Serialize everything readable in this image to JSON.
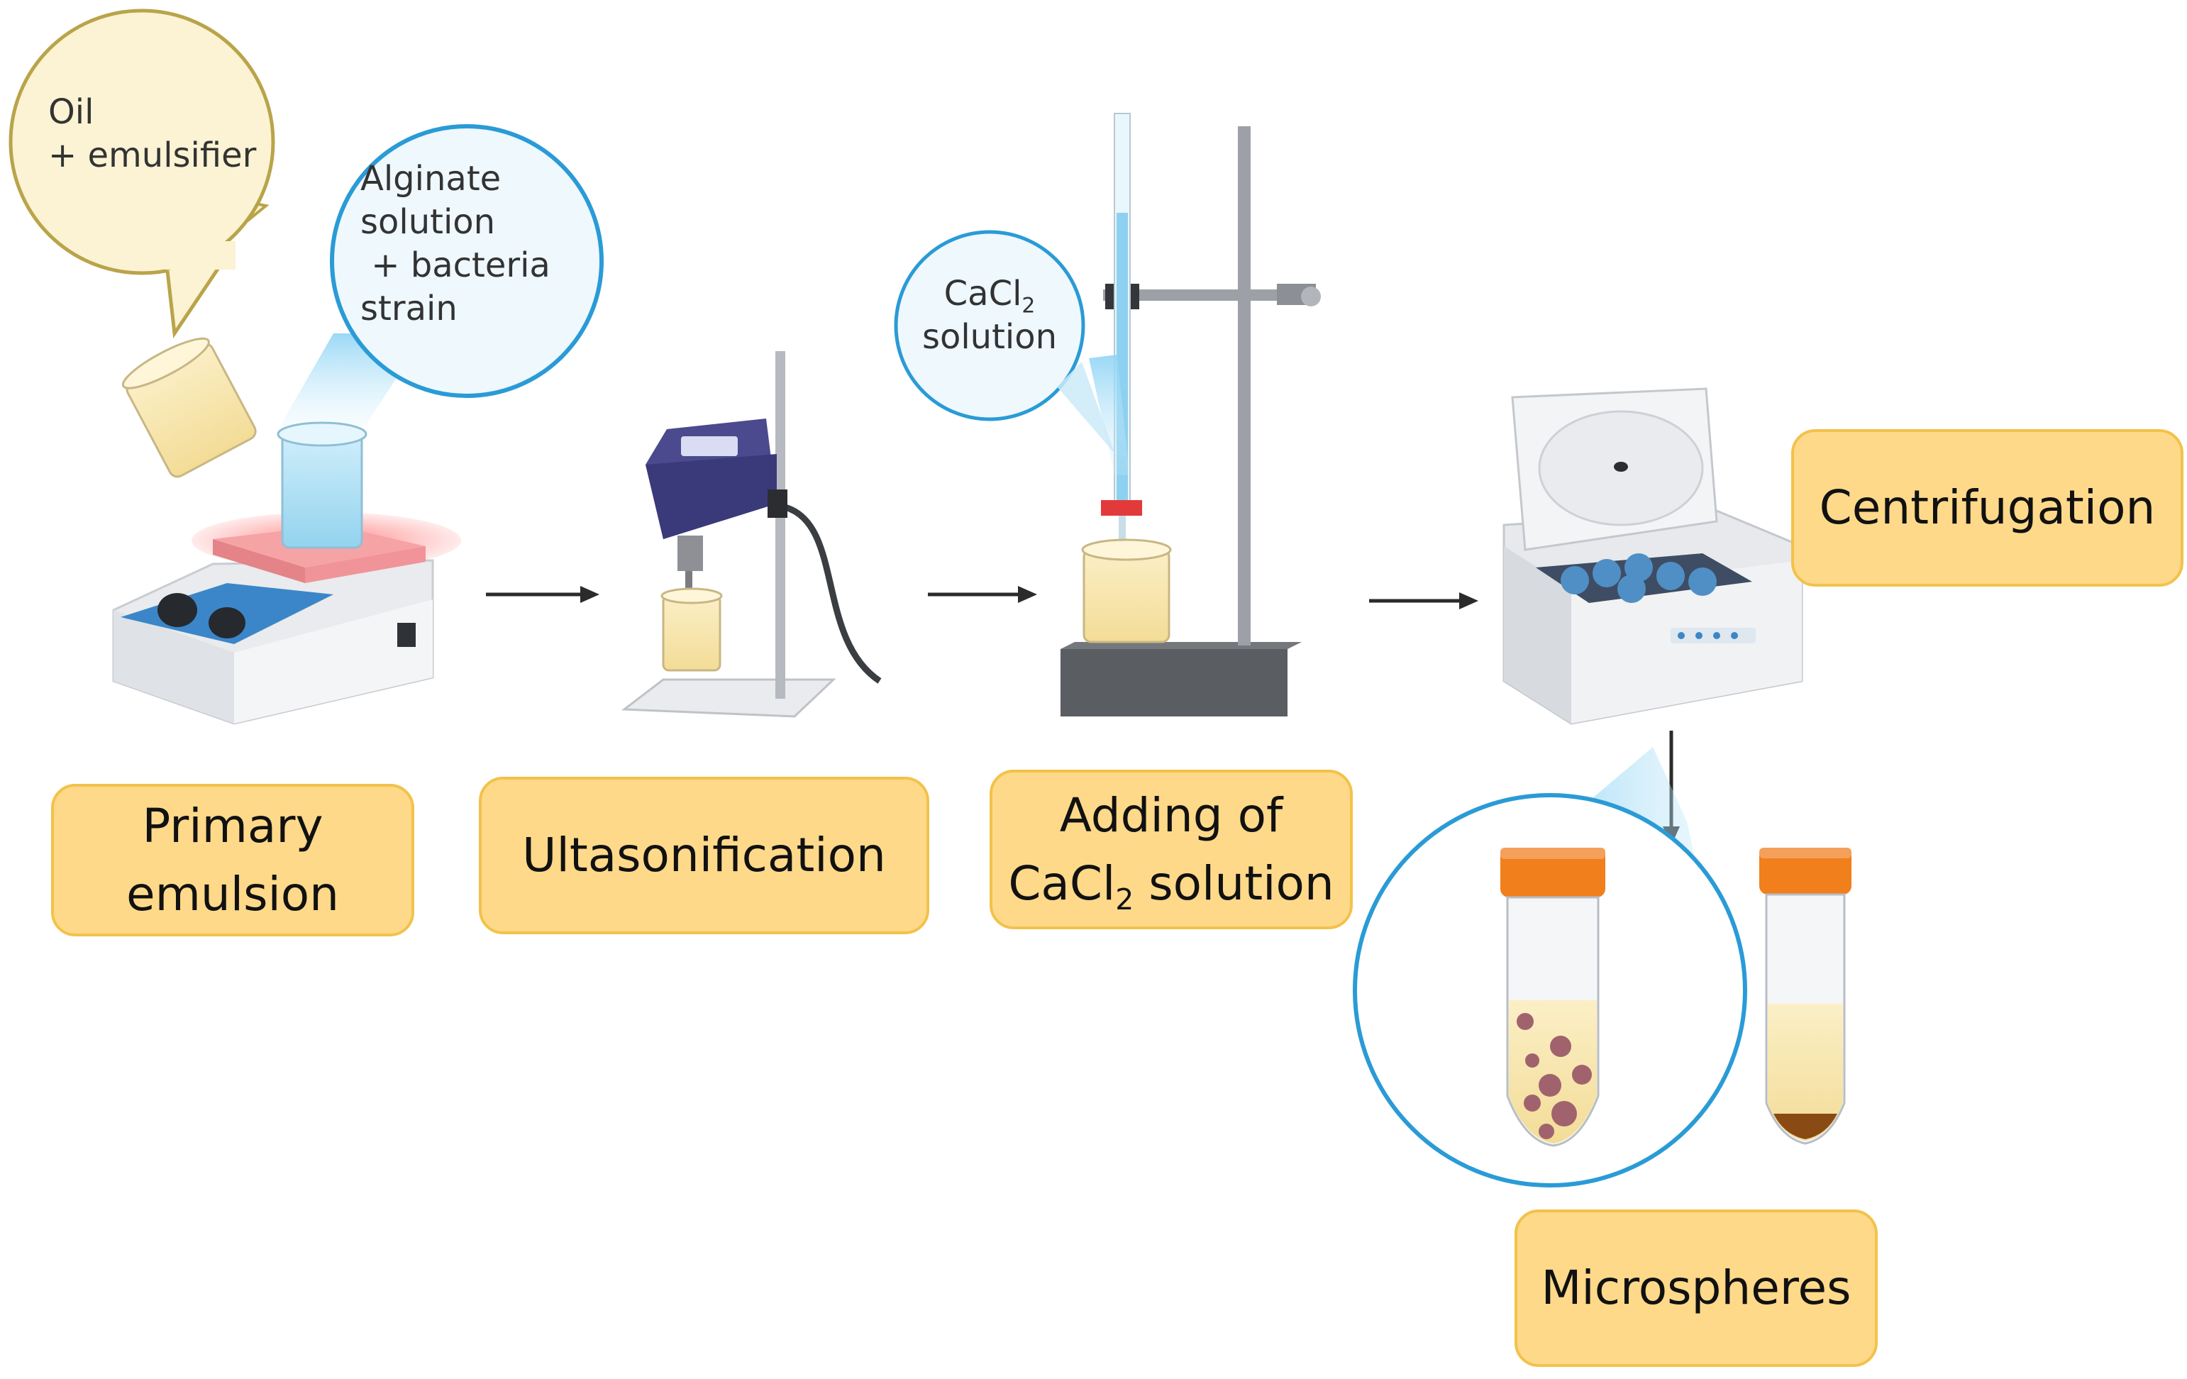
{
  "bubbles": {
    "oil": [
      "Oil",
      "+ emulsifier"
    ],
    "alginate": [
      "Alginate",
      "solution",
      " + bacteria",
      "strain"
    ],
    "cacl2": {
      "line1_main": "CaCl",
      "line1_sub": "2",
      "line2": "solution"
    }
  },
  "steps": {
    "primary": [
      "Primary",
      "emulsion"
    ],
    "ultasonification": "Ultasonification",
    "adding": {
      "line1": "Adding of",
      "line2_main": "CaCl",
      "line2_sub": "2",
      "line2_rest": " solution"
    },
    "centrifugation": "Centrifugation",
    "microspheres": "Microspheres"
  },
  "colors": {
    "label_fill": "#ffd98a",
    "label_border": "#f2c24a",
    "oil_bubble": "#fbf3d4",
    "bubble_blue": "#2a9bd6"
  }
}
